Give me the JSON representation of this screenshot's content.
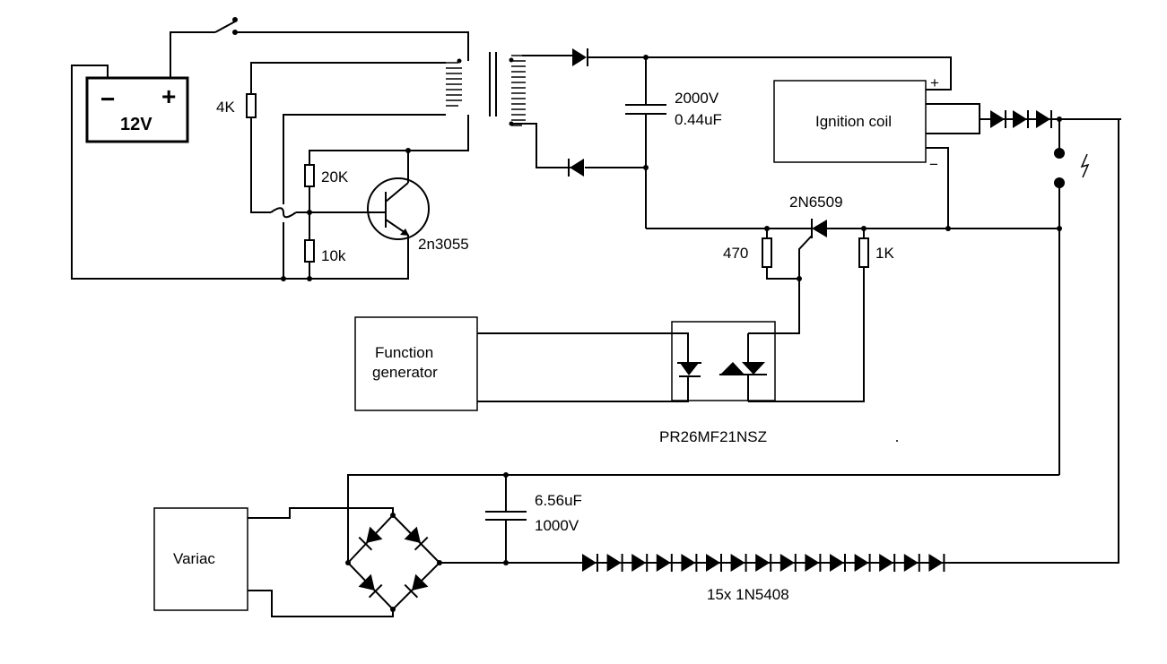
{
  "labels": {
    "battery_voltage": "12V",
    "battery_minus": "−",
    "battery_plus": "+",
    "r_4k": "4K",
    "r_20k": "20K",
    "r_10k": "10k",
    "transistor": "2n3055",
    "cap_hv_voltage": "2000V",
    "cap_hv_value": "0.44uF",
    "ignition_coil": "Ignition coil",
    "coil_plus": "+",
    "coil_minus": "−",
    "scr": "2N6509",
    "r_470": "470",
    "r_1k": "1K",
    "function_generator_line1": "Function",
    "function_generator_line2": "generator",
    "optocoupler": "PR26MF21NSZ",
    "variac": "Variac",
    "cap_bank_value": "6.56uF",
    "cap_bank_voltage": "1000V",
    "diode_chain": "15x 1N5408"
  },
  "counts": {
    "diode_chain_count": 15,
    "coil_output_diodes": 3
  }
}
